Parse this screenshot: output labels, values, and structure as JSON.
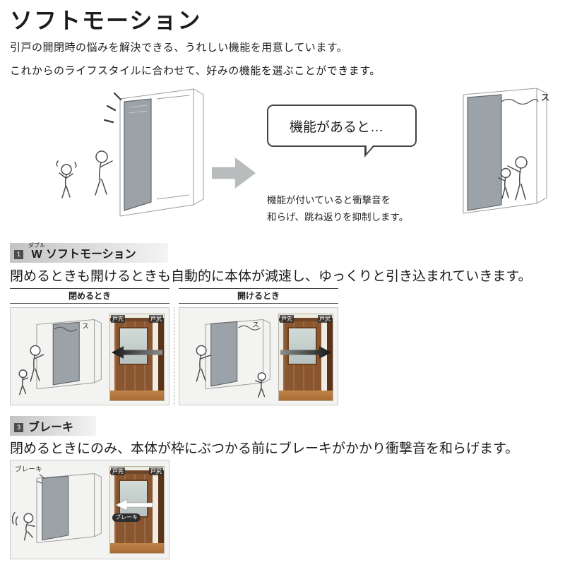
{
  "colors": {
    "header_bar": "#c3c3c3",
    "badge": "#4d4d4d",
    "hero_arrow": "#b8bcbc",
    "door_wood": "#8a5630",
    "floor_wood": "#c08448"
  },
  "page": {
    "title": "ソフトモーション",
    "intro_line1": "引戸の開閉時の悩みを解決できる、うれしい機能を用意しています。",
    "intro_line2": "これからのライフスタイルに合わせて、好みの機能を選ぶことができます。"
  },
  "hero": {
    "bubble_text": "機能があると…",
    "caption_line1": "機能が付いていると衝撃音を",
    "caption_line2": "和らげ、跳ね返りを抑制します。",
    "soft_sound": "ス"
  },
  "w_soft_motion": {
    "badge": "1",
    "furigana": "ダブル",
    "title_initial": "W",
    "title_rest": "ソフトモーション",
    "description": "閉めるときも開けるときも自動的に本体が減速し、ゆっくりと引き込まれていきます。",
    "sound_mark": "ス",
    "panels": [
      {
        "label": "閉めるとき",
        "tag_front": "戸先",
        "tag_rear": "戸尻"
      },
      {
        "label": "開けるとき",
        "tag_front": "戸先",
        "tag_rear": "戸尻"
      }
    ]
  },
  "brake": {
    "badge": "3",
    "title": "ブレーキ",
    "description": "閉めるときにのみ、本体が枠にぶつかる前にブレーキがかかり衝撃音を和らげます。",
    "label": "ブレーキ",
    "tag_front": "戸先",
    "tag_rear": "戸尻"
  }
}
